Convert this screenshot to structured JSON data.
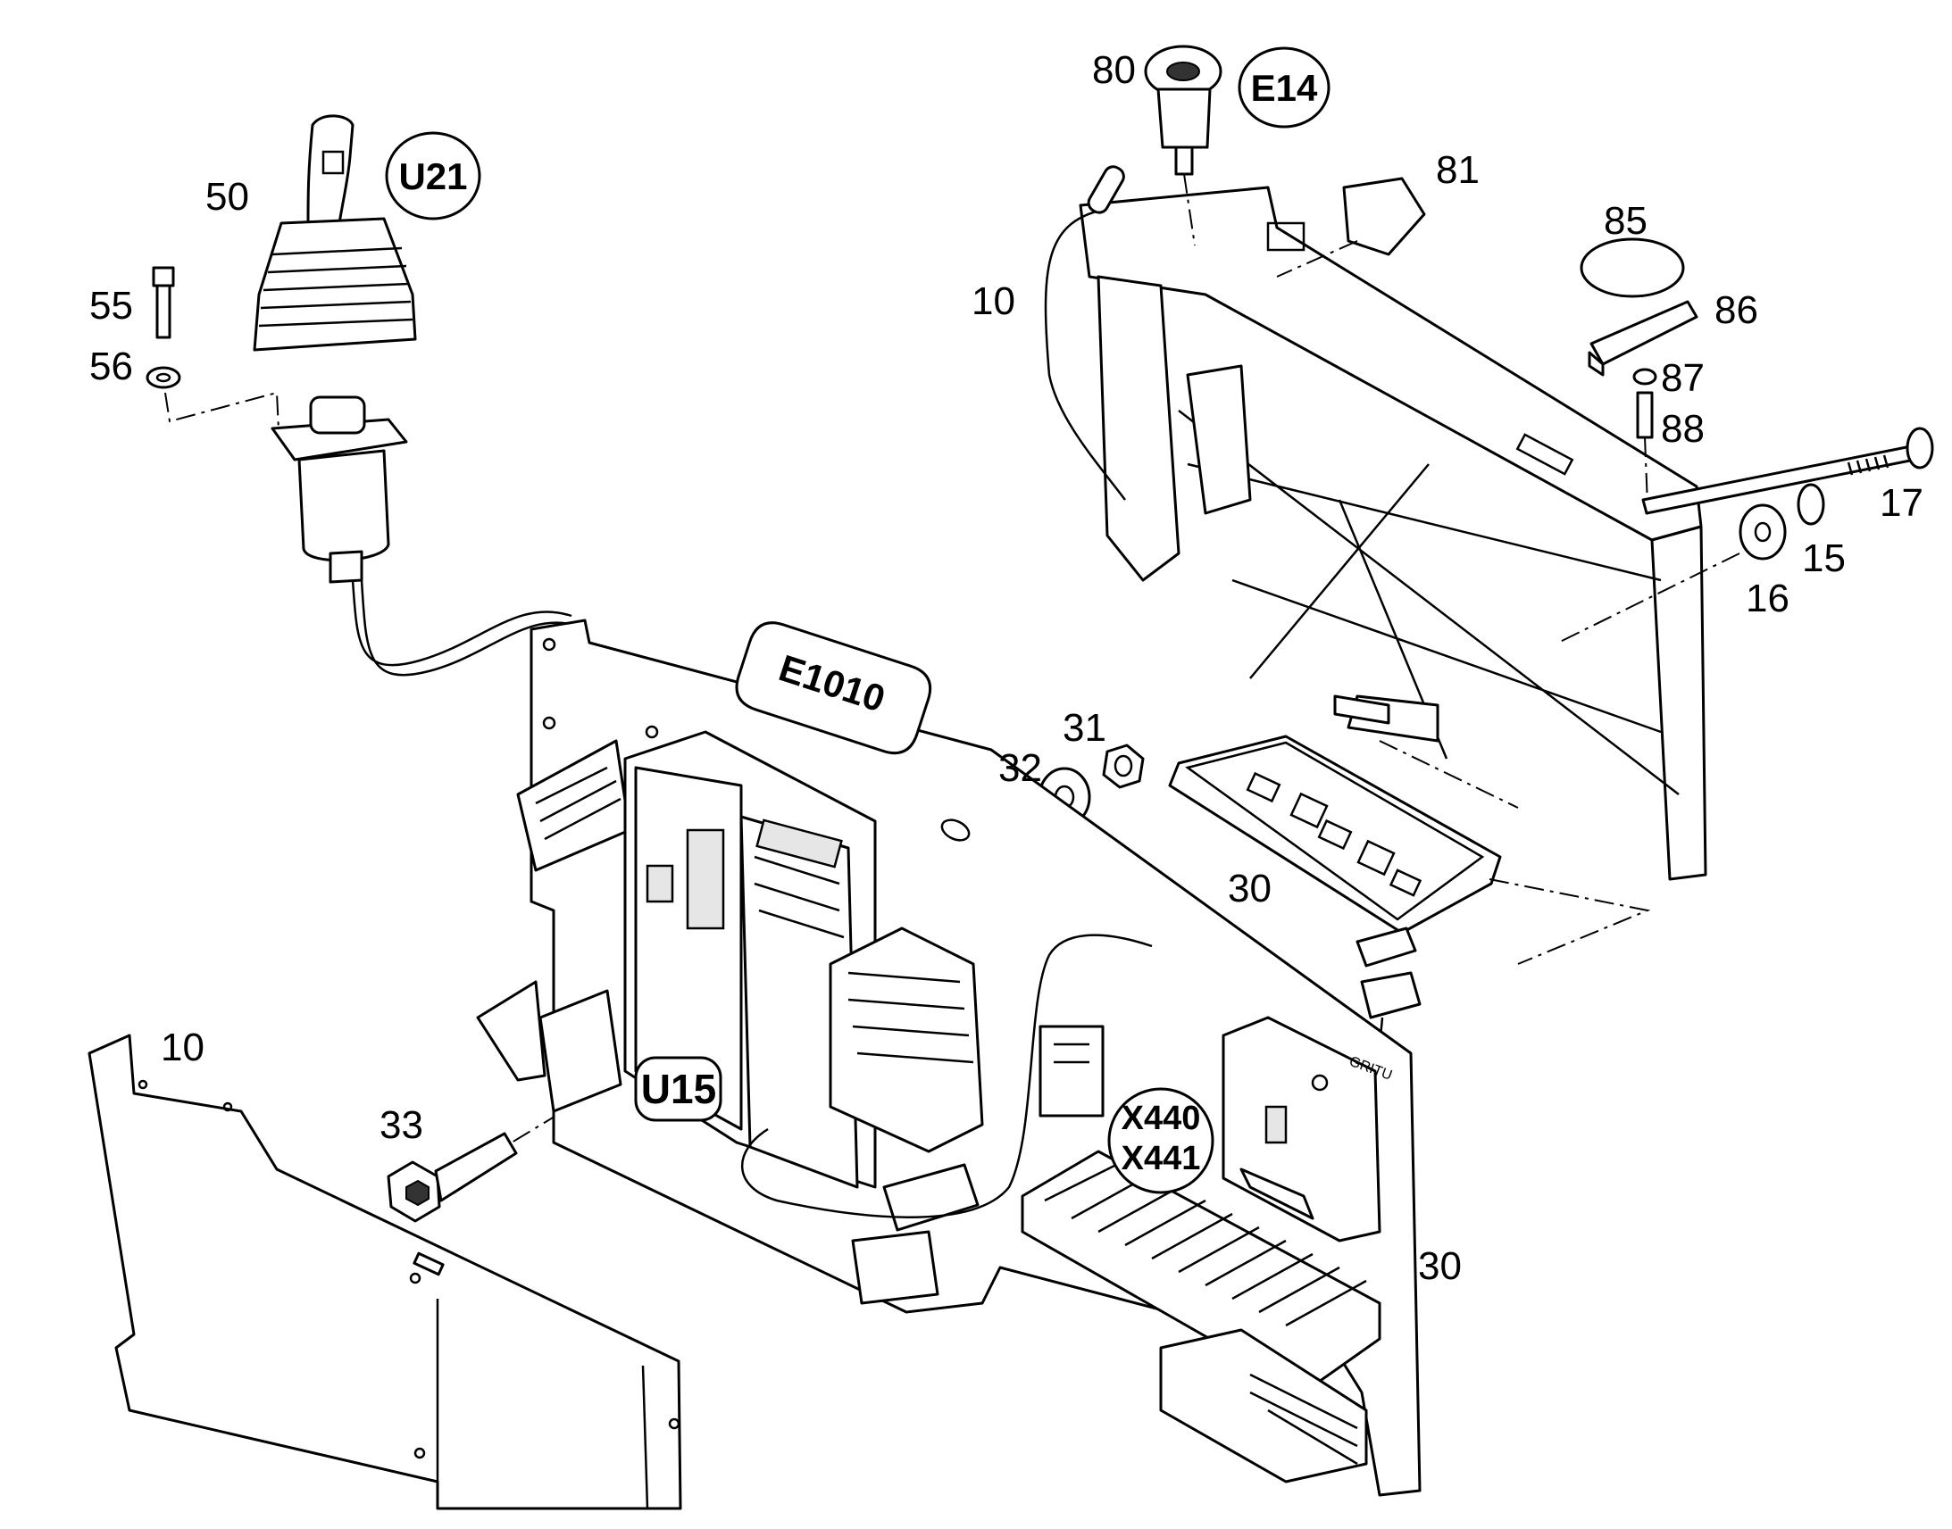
{
  "callouts": {
    "c10a": "10",
    "c10b": "10",
    "c15": "15",
    "c16": "16",
    "c17": "17",
    "c30a": "30",
    "c30b": "30",
    "c31": "31",
    "c32": "32",
    "c33": "33",
    "c50": "50",
    "c55": "55",
    "c56": "56",
    "c80": "80",
    "c81": "81",
    "c85": "85",
    "c86": "86",
    "c87": "87",
    "c88": "88"
  },
  "refs": {
    "u21": "U21",
    "e14": "E14",
    "e1010": "E1010",
    "u15": "U15",
    "x440": "X440",
    "x441": "X441"
  },
  "board_label": "GRITU"
}
